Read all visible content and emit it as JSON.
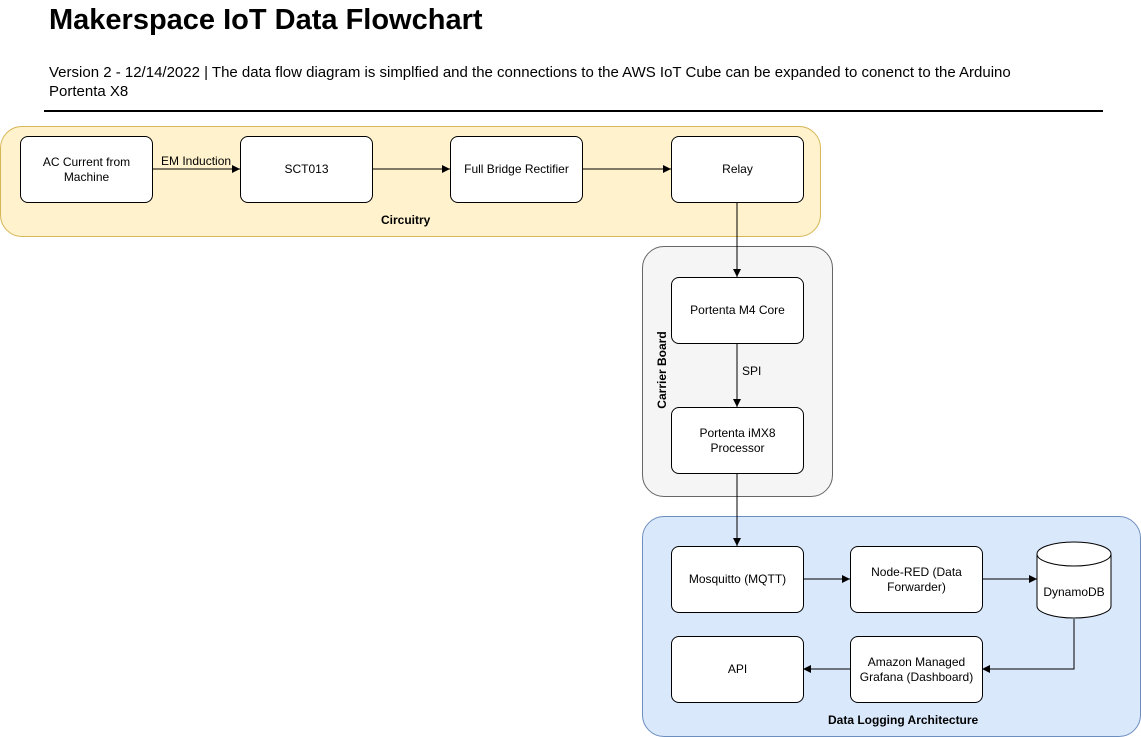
{
  "header": {
    "title": "Makerspace IoT Data Flowchart",
    "subtitle": "Version 2 - 12/14/2022 | The data flow diagram is simplfied and the connections to the AWS IoT Cube can be expanded to conenct to the Arduino Portenta X8"
  },
  "groups": {
    "circuitry": "Circuitry",
    "carrier_board": "Carrier Board",
    "data_logging": "Data Logging Architecture"
  },
  "nodes": {
    "ac_current": "AC Current from Machine",
    "sct013": "SCT013",
    "rectifier": "Full Bridge Rectifier",
    "relay": "Relay",
    "m4_core": "Portenta M4 Core",
    "imx8": "Portenta iMX8 Processor",
    "mosquitto": "Mosquitto (MQTT)",
    "node_red": "Node-RED (Data Forwarder)",
    "dynamodb": "DynamoDB",
    "grafana": "Amazon Managed Grafana (Dashboard)",
    "api": "API"
  },
  "edges": {
    "em_induction": "EM Induction",
    "spi": "SPI"
  },
  "colors": {
    "circuitry_fill": "#fff2cc",
    "circuitry_stroke": "#d6b656",
    "carrier_fill": "#f5f5f5",
    "carrier_stroke": "#666666",
    "data_fill": "#dae8fc",
    "data_stroke": "#6c8ebf"
  }
}
